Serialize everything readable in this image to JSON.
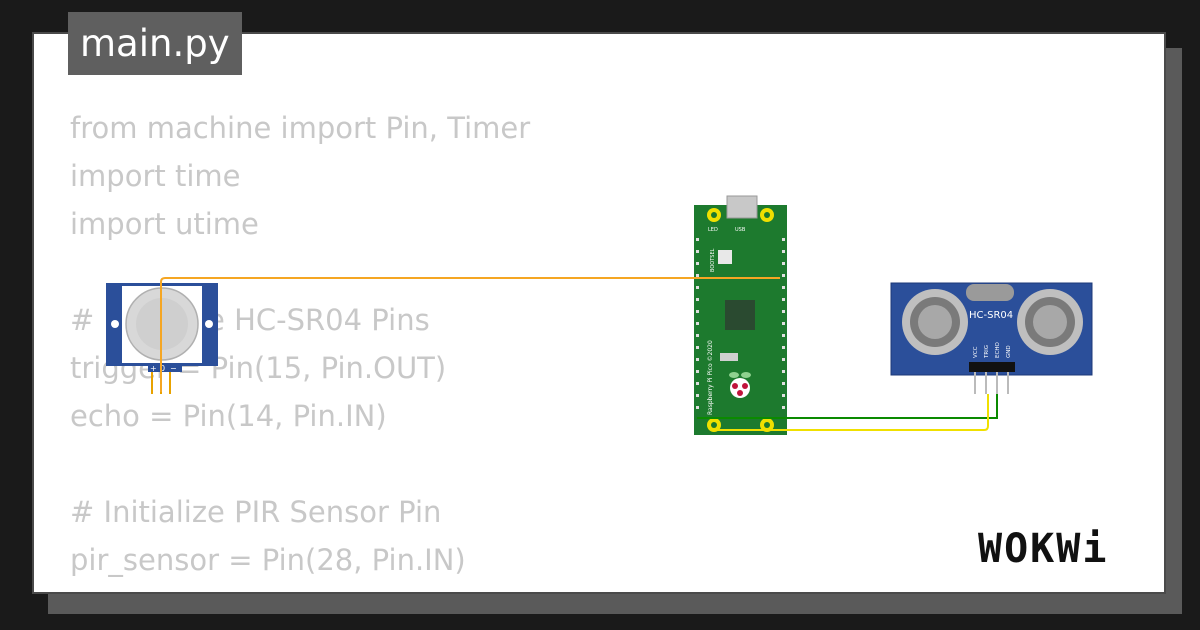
{
  "editor": {
    "filename": "main.py",
    "code_lines": [
      "from machine import Pin, Timer",
      "import time",
      "import utime",
      "",
      "# Initialize HC-SR04 Pins",
      "trigger = Pin(15, Pin.OUT)",
      "echo = Pin(14, Pin.IN)",
      "",
      "# Initialize PIR Sensor Pin",
      "pir_sensor = Pin(28, Pin.IN)"
    ]
  },
  "components": {
    "pir": {
      "pin_labels": [
        "+",
        "0",
        "−"
      ]
    },
    "pico": {
      "led_label": "LED",
      "usb_label": "USB",
      "board_text": "Raspberry Pi Pico ©2020",
      "bootsel_label": "BOOTSEL"
    },
    "ultrasonic": {
      "title": "HC-SR04",
      "pin_labels": [
        "VCC",
        "TRIG",
        "ECHO",
        "GND"
      ]
    }
  },
  "branding": {
    "logo": "WOKWi"
  },
  "colors": {
    "wire_orange": "#f5a623",
    "wire_green": "#0a8a00",
    "wire_yellow": "#f0e000",
    "pico_green": "#1d7a2e",
    "sensor_blue": "#2b4f9a"
  }
}
